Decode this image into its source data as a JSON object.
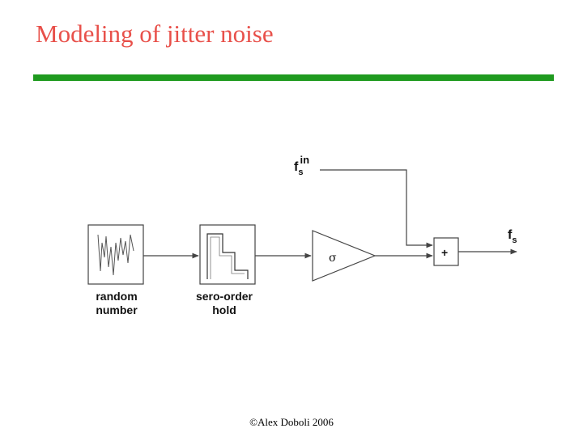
{
  "slide": {
    "title": "Modeling of jitter noise",
    "footer": "©Alex Doboli 2006"
  },
  "colors": {
    "title": "#e8504a",
    "rule": "#1f9a1f",
    "line": "#444444"
  },
  "diagram": {
    "random_block": {
      "label_line1": "random",
      "label_line2": "number"
    },
    "hold_block": {
      "label_line1": "sero-order",
      "label_line2": "hold"
    },
    "gain_block": {
      "symbol": "σ"
    },
    "adder": {
      "symbol": "+"
    },
    "input_signal": {
      "base": "f",
      "subscript": "s",
      "superscript": "in"
    },
    "output_signal": {
      "base": "f",
      "subscript": "s"
    }
  }
}
